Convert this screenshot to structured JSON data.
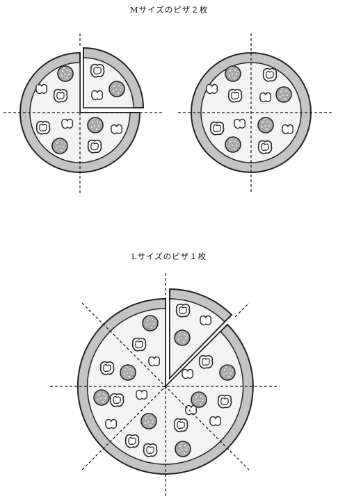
{
  "titles": {
    "medium": "Mサイズのピザ２枚",
    "large": "Lサイズのピザ１枚"
  },
  "colors": {
    "crust": "#c4c4c4",
    "cheese": "#f3f3f3",
    "pepperoni": "#a9a9a9",
    "outline": "#222222",
    "cut_line": "#111111"
  },
  "pizzas": [
    {
      "size": "M",
      "slices": 4,
      "slice_pulled_out": true
    },
    {
      "size": "M",
      "slices": 4,
      "slice_pulled_out": false
    },
    {
      "size": "L",
      "slices": 8,
      "slice_pulled_out": true
    }
  ]
}
